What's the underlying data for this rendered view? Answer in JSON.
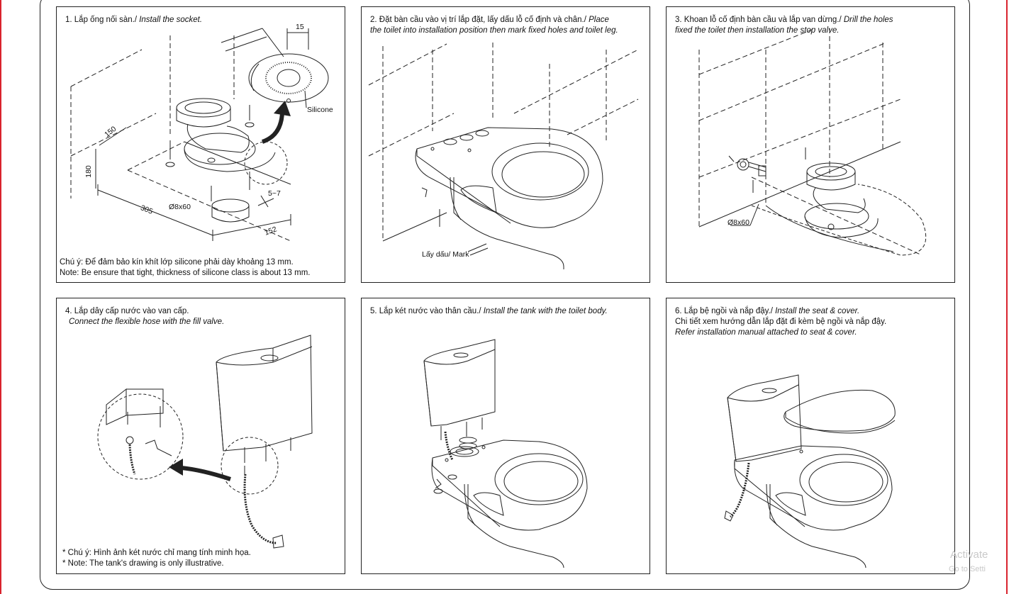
{
  "panels": [
    {
      "id": "step1",
      "title_vi": "1. Lắp ống nối sàn./ ",
      "title_en": "Install the socket.",
      "labels": {
        "dim15": "15",
        "silicone": "Silicone",
        "dim150": "150",
        "dim180": "180",
        "dim305": "305",
        "bolt": "Ø8x60",
        "gap": "5~7",
        "dim152": "152"
      },
      "note_vi": "Chú ý: Để đảm bảo kín khít lớp silicone phải dày khoảng 13 mm.",
      "note_en_prefix": "Note:",
      "note_en": "  Be ensure that tight, thickness of silicone class is about 13 mm."
    },
    {
      "id": "step2",
      "title_vi": "2. Đặt bàn cầu vào vị trí lắp đặt, lấy dấu lỗ cố định và chân./ ",
      "title_en_1": "Place",
      "title_en_2": "the toilet into installation position then mark fixed holes and toilet leg.",
      "labels": {
        "mark_vi": "Lấy dấu/ ",
        "mark_en": "Mark"
      }
    },
    {
      "id": "step3",
      "title_vi": "3. Khoan lỗ cố định bàn cầu và lắp van dừng./ ",
      "title_en_1": "Drill the holes",
      "title_en_2": "fixed the toilet then installation the stop valve.",
      "labels": {
        "bolt": "Ø8x60"
      }
    },
    {
      "id": "step4",
      "title_vi": "4. Lắp dây cấp nước vào van cấp.",
      "title_en": "Connect the flexible hose with the fill valve.",
      "note_vi": "* Chú ý: Hình ảnh két nước chỉ mang tính minh họa.",
      "note_en": "* Note: The tank's drawing is only illustrative."
    },
    {
      "id": "step5",
      "title_vi": "5. Lắp két nước vào thân cầu./ ",
      "title_en": "Install the tank with the toilet body."
    },
    {
      "id": "step6",
      "title_vi": "6. Lắp bệ ngồi và nắp đậy./ ",
      "title_en": "Install the seat & cover.",
      "line2_vi": "Chi tiết xem hướng dẫn lắp đặt đi kèm bệ ngồi và nắp đậy.",
      "line3_en": "Refer installation manual attached to seat & cover."
    }
  ],
  "watermark": {
    "line1": "Activate",
    "line2": "Go to Setti"
  },
  "colors": {
    "border": "#222222",
    "accent": "#d9232d",
    "watermark": "#c9c9c9"
  }
}
